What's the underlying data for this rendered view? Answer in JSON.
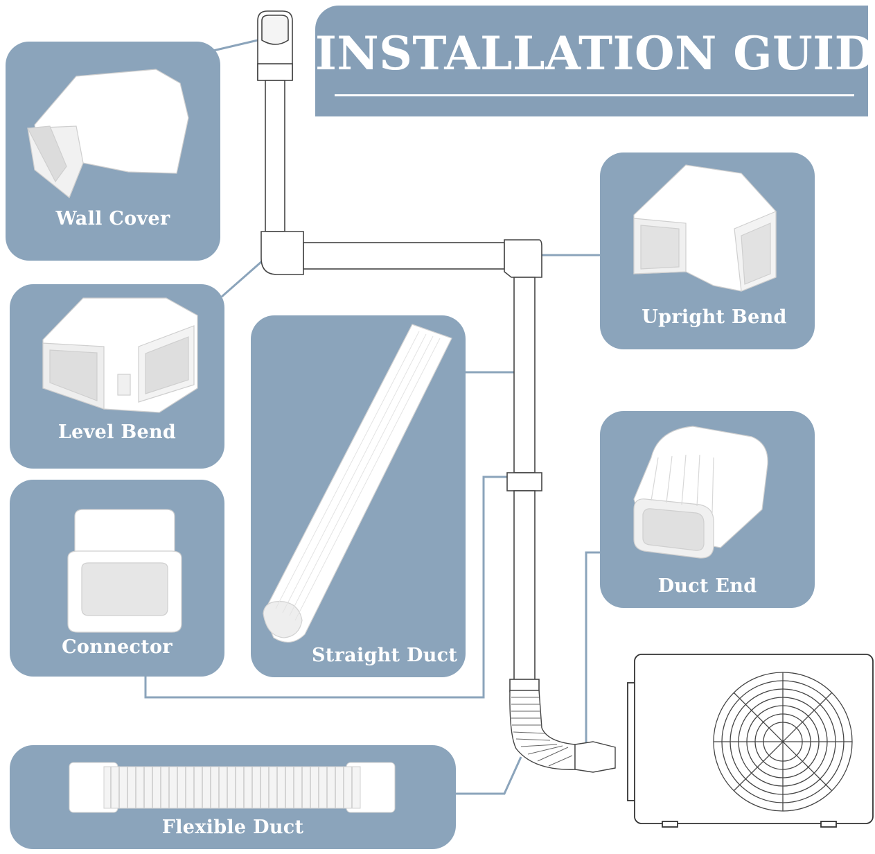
{
  "title": "INSTALLATION GUIDE",
  "parts": {
    "wall_cover": "Wall Cover",
    "level_bend": "Level Bend",
    "connector": "Connector",
    "straight_duct": "Straight Duct",
    "upright_bend": "Upright Bend",
    "duct_end": "Duct End",
    "flexible_duct": "Flexible Duct"
  },
  "colors": {
    "panel": "#8ba4bb",
    "banner": "#869fb7",
    "part_white": "#ffffff",
    "outline": "#555555"
  }
}
